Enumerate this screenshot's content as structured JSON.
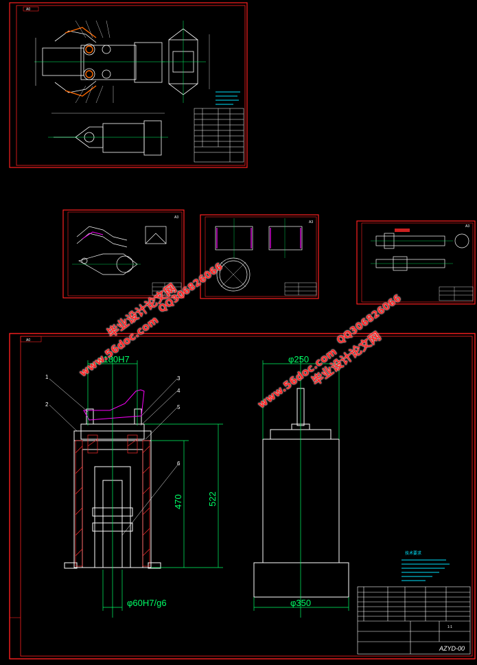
{
  "sheets": {
    "top": {
      "badge": "A0"
    },
    "small1": {
      "badge": "A3"
    },
    "small2": {
      "badge": "A3"
    },
    "small3": {
      "badge": "A3"
    },
    "main": {
      "badge": "A0"
    }
  },
  "main_drawing": {
    "dim_top_left": "φ180H7",
    "dim_top_right": "φ250",
    "dim_height_470": "470",
    "dim_height_522": "522",
    "dim_bottom_left": "φ60H7/g6",
    "dim_bottom_right": "φ350",
    "part_numbers": [
      "1",
      "2",
      "3",
      "4",
      "5",
      "6"
    ]
  },
  "title_block": {
    "tech_req_heading": "技术要求",
    "drawing_code": "AZYD-00",
    "scale_label": "1:1"
  },
  "watermarks": {
    "site": "www.56doc.com",
    "qq": "QQ306826066",
    "name": "毕业设计论文网"
  },
  "colors": {
    "frame": "#ff2020",
    "part": "#ffffff",
    "dimension": "#00ff66",
    "cut": "#ff00ff",
    "note": "#00e5ff"
  }
}
